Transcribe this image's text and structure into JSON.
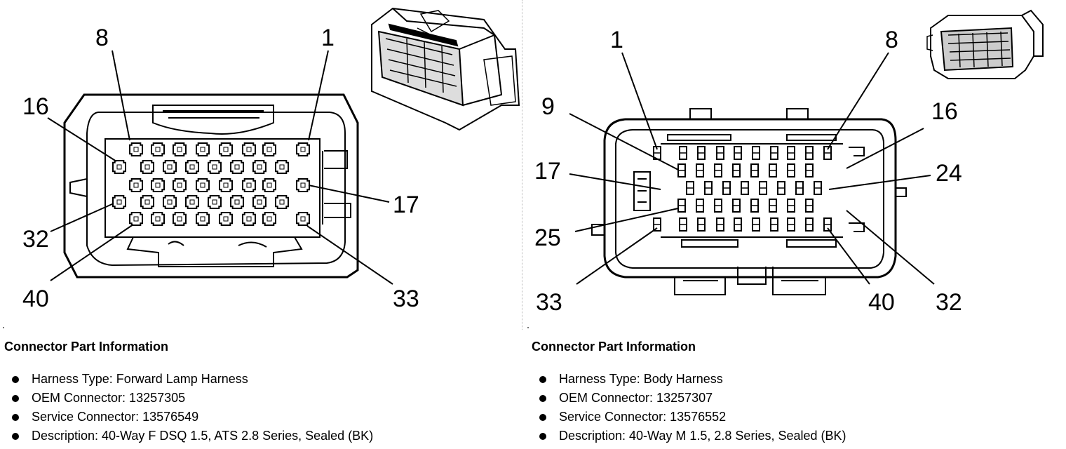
{
  "connectors": [
    {
      "callouts": [
        "8",
        "1",
        "16",
        "17",
        "32",
        "40",
        "33"
      ],
      "info": {
        "title": "Connector Part Information",
        "items": [
          "Harness Type: Forward Lamp Harness",
          "OEM Connector: 13257305",
          "Service Connector: 13576549",
          "Description: 40-Way F DSQ 1.5, ATS 2.8 Series, Sealed (BK)"
        ]
      }
    },
    {
      "callouts": [
        "1",
        "8",
        "9",
        "16",
        "17",
        "24",
        "25",
        "33",
        "40",
        "32"
      ],
      "info": {
        "title": "Connector Part Information",
        "items": [
          "Harness Type: Body Harness",
          "OEM Connector: 13257307",
          "Service Connector: 13576552",
          "Description: 40-Way M 1.5, 2.8 Series, Sealed (BK)"
        ]
      }
    }
  ]
}
